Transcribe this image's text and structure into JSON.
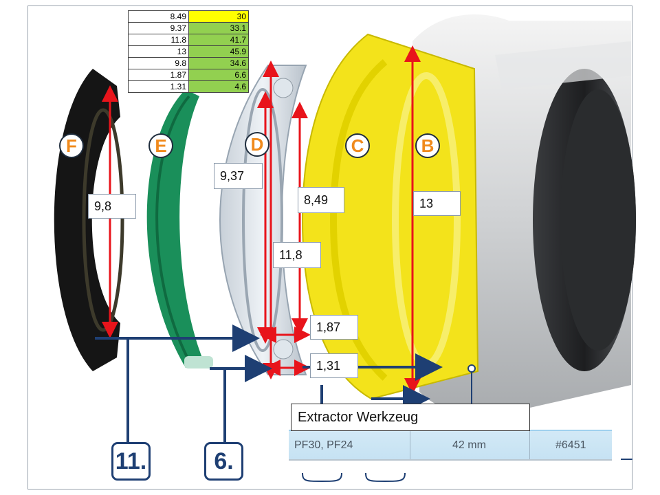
{
  "table": [
    {
      "a": "8.49",
      "b": "30"
    },
    {
      "a": "9.37",
      "b": "33.1"
    },
    {
      "a": "11.8",
      "b": "41.7"
    },
    {
      "a": "13",
      "b": "45.9"
    },
    {
      "a": "9.8",
      "b": "34.6"
    },
    {
      "a": "1.87",
      "b": "6.6"
    },
    {
      "a": "1.31",
      "b": "4.6"
    }
  ],
  "parts": {
    "f": "F",
    "e": "E",
    "d": "D",
    "c": "C",
    "b": "B"
  },
  "measures": {
    "m98": "9,8",
    "m937": "9,37",
    "m849": "8,49",
    "m13": "13",
    "m118": "11,8",
    "m187": "1,87",
    "m131": "1,31"
  },
  "step_numbers": {
    "first": "11.",
    "second": "6."
  },
  "extractor": {
    "title": "Extractor Werkzeug",
    "fit": "PF30, PF24",
    "size": "42 mm",
    "code": "#6451"
  },
  "colors": {
    "dimension_arrow": "#e8141b",
    "flow_arrow": "#1e3f73",
    "seal_green": "#1a8f5a",
    "cup_yellow": "#f3e31b",
    "label_orange": "#f08a1c",
    "table_yellow": "#ffff00",
    "table_green": "#92d050"
  }
}
